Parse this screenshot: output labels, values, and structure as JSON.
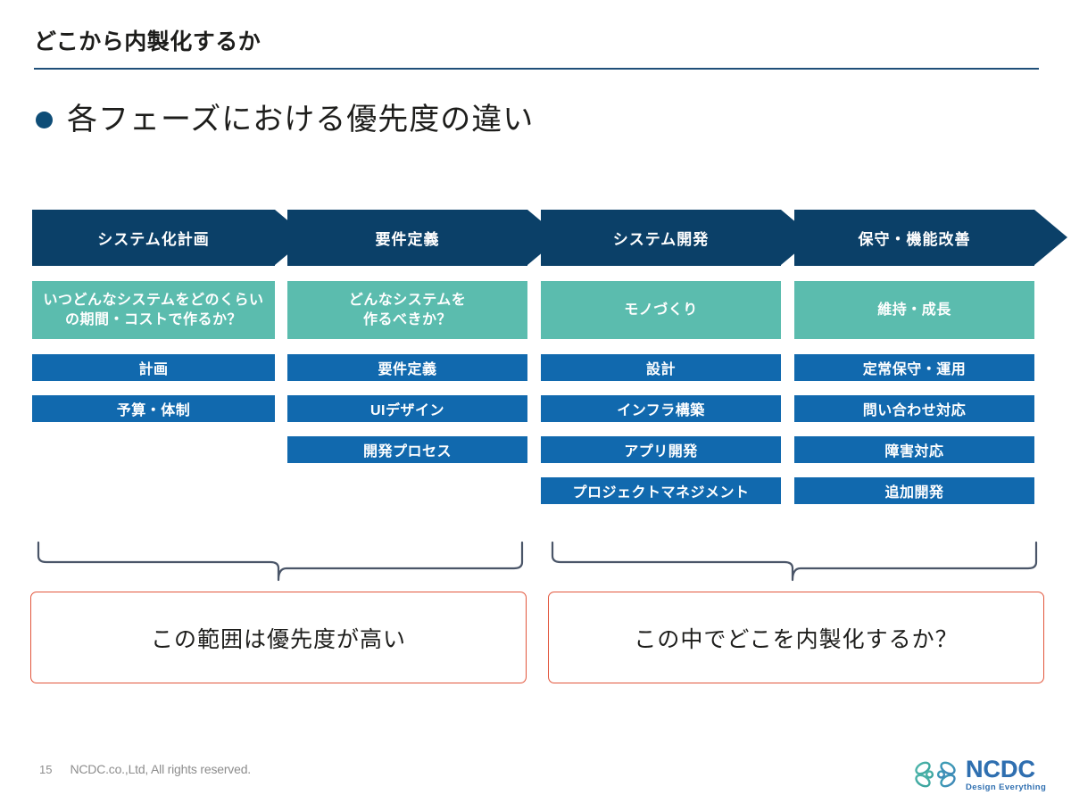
{
  "slide": {
    "title": "どこから内製化するか",
    "subtitle": "各フェーズにおける優先度の違い",
    "rule_color": "#1f4f79",
    "bullet_color": "#0e4d77"
  },
  "colors": {
    "chevron_navy": "#0b4068",
    "teal": "#5bbcae",
    "item_blue": "#1169ae",
    "callout_border": "#e2563c",
    "brace_line": "#4a5568",
    "footer_text": "#8d8d8d",
    "logo_blue": "#2f6fb0",
    "logo_teal": "#4fb6ab"
  },
  "phases": [
    {
      "header": "システム化計画",
      "summary": "いつどんなシステムをどのくらいの期間・コストで作るか？",
      "items": [
        "計画",
        "予算・体制"
      ]
    },
    {
      "header": "要件定義",
      "summary": "どんなシステムを\n作るべきか？",
      "summary_line1": "どんなシステムを",
      "summary_line2": "作るべきか？",
      "items": [
        "要件定義",
        "UIデザイン",
        "開発プロセス"
      ]
    },
    {
      "header": "システム開発",
      "summary": "モノづくり",
      "items": [
        "設計",
        "インフラ構築",
        "アプリ開発",
        "プロジェクトマネジメント"
      ]
    },
    {
      "header": "保守・機能改善",
      "summary": "維持・成長",
      "items": [
        "定常保守・運用",
        "問い合わせ対応",
        "障害対応",
        "追加開発"
      ]
    }
  ],
  "callouts": [
    {
      "text": "この範囲は優先度が高い"
    },
    {
      "text": "この中でどこを内製化するか？"
    }
  ],
  "footer": {
    "page_number": "15",
    "copyright": "NCDC.co.,Ltd, All rights reserved."
  },
  "logo": {
    "wordmark": "NCDC",
    "tagline": "Design Everything"
  }
}
